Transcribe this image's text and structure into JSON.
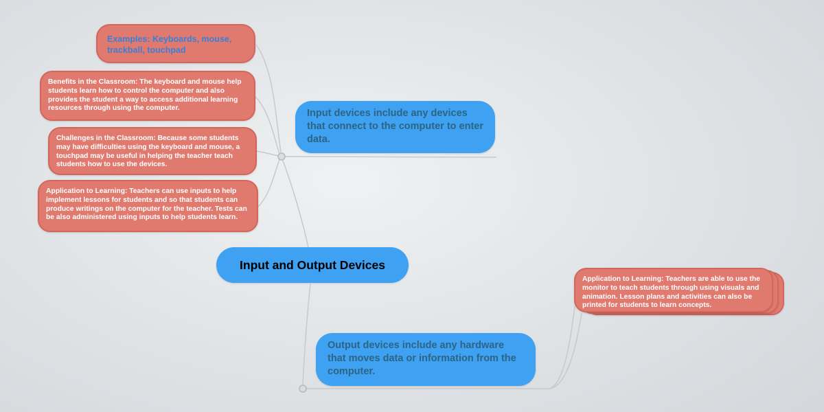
{
  "colors": {
    "background": "#dcdfe2",
    "blue_node": "#3ea1f2",
    "blue_node_text": "#2d6484",
    "red_node": "#e07a6f",
    "red_node_border": "#d2665b",
    "red_node_text": "#ffffff",
    "examples_text": "#3b7fd8",
    "central_text": "#000000",
    "connector": "#c6cacd"
  },
  "nodes": {
    "central": {
      "label": "Input and Output Devices"
    },
    "input": {
      "label": "Input devices include any devices that connect to the computer to enter data."
    },
    "output": {
      "label": "Output devices include any hardware that moves data or information from the computer."
    },
    "examples": {
      "label": "Examples: Keyboards, mouse, trackball, touchpad"
    },
    "benefits": {
      "label": "Benefits in the Classroom: The keyboard and mouse help students learn how to control the computer and also provides the student a way to access additional learning resources through using the computer."
    },
    "challenges": {
      "label": "Challenges in the Classroom: Because some students may have difficulties using the keyboard and mouse, a touchpad may be useful in helping the teacher teach students how to use the devices."
    },
    "application_input": {
      "label": "Application to Learning: Teachers can use inputs to help implement lessons for students and so that students can produce writings on the computer for the teacher. Tests can be also administered using inputs to help students learn."
    },
    "application_output": {
      "label": "Application to Learning: Teachers are able to use the monitor to teach students through using visuals and animation. Lesson plans and activities can also be printed for students to learn concepts."
    }
  }
}
